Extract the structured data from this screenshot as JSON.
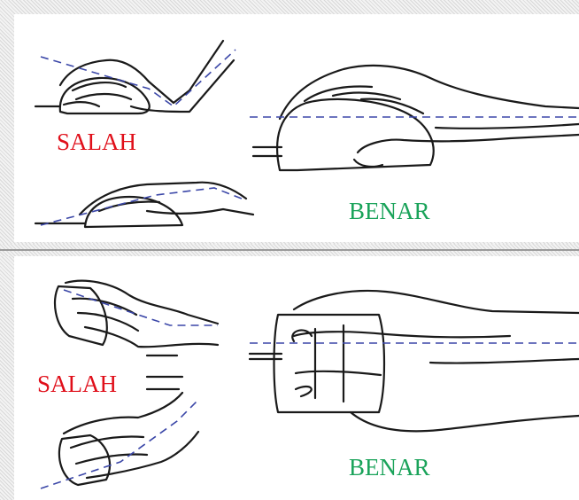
{
  "labels": {
    "top_wrong": "SALAH",
    "top_right": "BENAR",
    "bottom_wrong": "SALAH",
    "bottom_right": "BENAR"
  },
  "colors": {
    "wrong": "#e00f1a",
    "right": "#1aa35a",
    "guide_line": "#3b47a8",
    "ink": "#1a1a1a"
  }
}
